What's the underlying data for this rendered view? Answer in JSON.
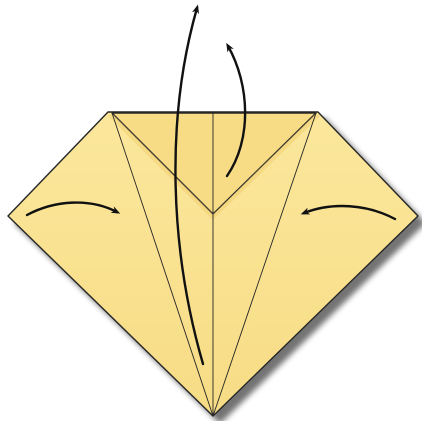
{
  "diagram": {
    "colors": {
      "background": "#ffffff",
      "paper": "#f7dc85",
      "paper_light": "#fbe79c",
      "paper_shade": "#ebc35c",
      "edge": "#262626",
      "shadow": "#7a7a7a",
      "arrow": "#111111"
    },
    "elements": [
      "paper-kite-base",
      "top-triangle-flap",
      "center-crease",
      "left-crease",
      "right-crease",
      "tall-lift-arrow",
      "short-lift-arrow",
      "left-fold-in-arrow",
      "right-fold-in-arrow"
    ]
  }
}
